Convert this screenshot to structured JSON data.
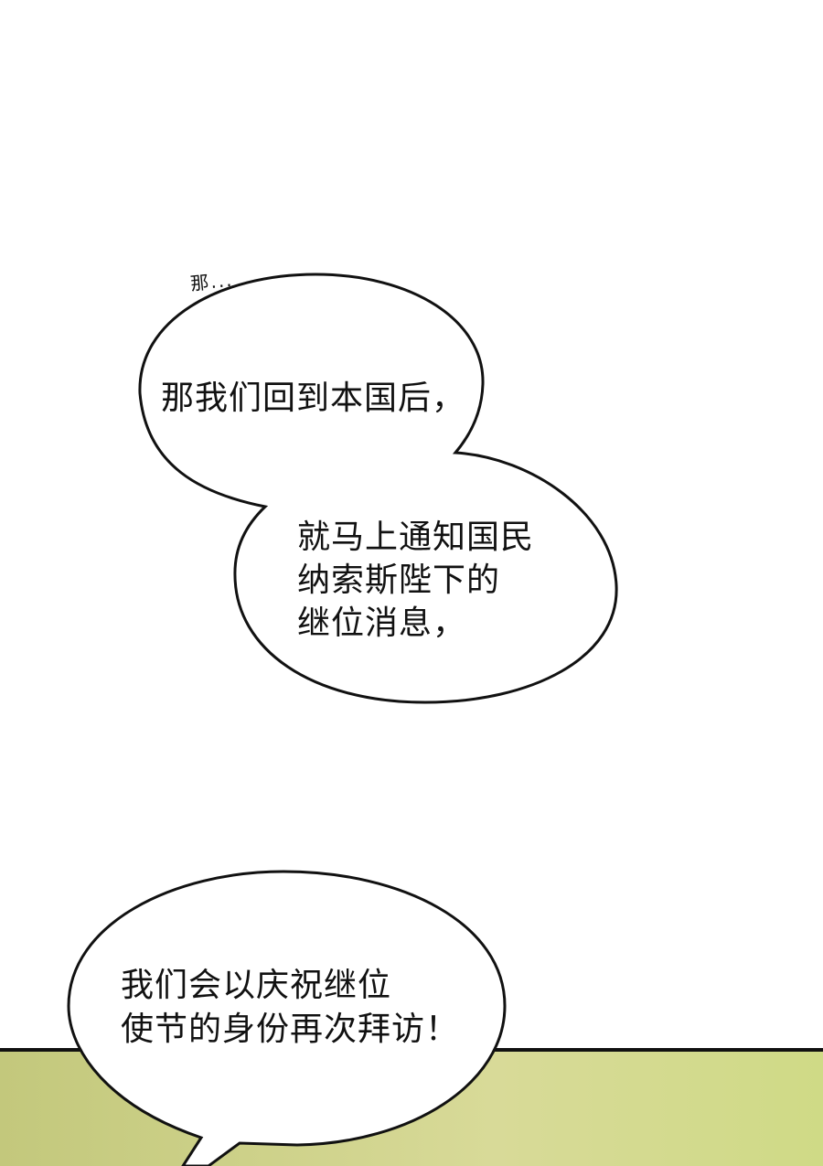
{
  "panels": {
    "bottom_panel": {
      "background_colors": [
        "#c3c87c",
        "#d8da98",
        "#cfda86"
      ],
      "border_color": "#111111"
    }
  },
  "bubbles": {
    "whisper": {
      "text": "那..."
    },
    "bubble_1": {
      "text": "那我们回到本国后，"
    },
    "bubble_2": {
      "lines": [
        "就马上通知国民",
        "纳索斯陛下的",
        "继位消息，"
      ]
    },
    "bubble_3": {
      "lines": [
        "我们会以庆祝继位",
        "使节的身份再次拜访！"
      ]
    }
  }
}
